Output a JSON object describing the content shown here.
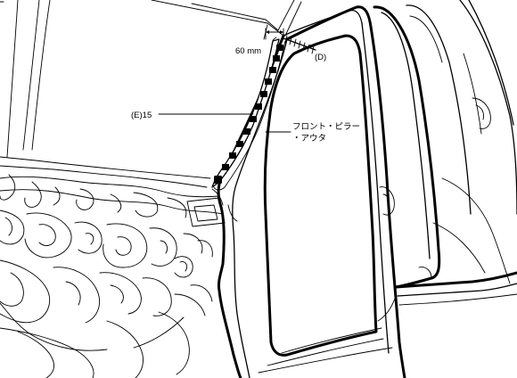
{
  "labels": {
    "dimension": "60 mm",
    "point_d": "(D)",
    "part_e15": "(E)15",
    "front_pillar_line1": "フロント・ピラー",
    "front_pillar_line2": "・アウタ"
  },
  "colors": {
    "line": "#000000",
    "background": "#ffffff",
    "tape_fill": "#ffffff",
    "clip_fill": "#000000"
  },
  "icons": {
    "clip": "filled-square-clip"
  }
}
